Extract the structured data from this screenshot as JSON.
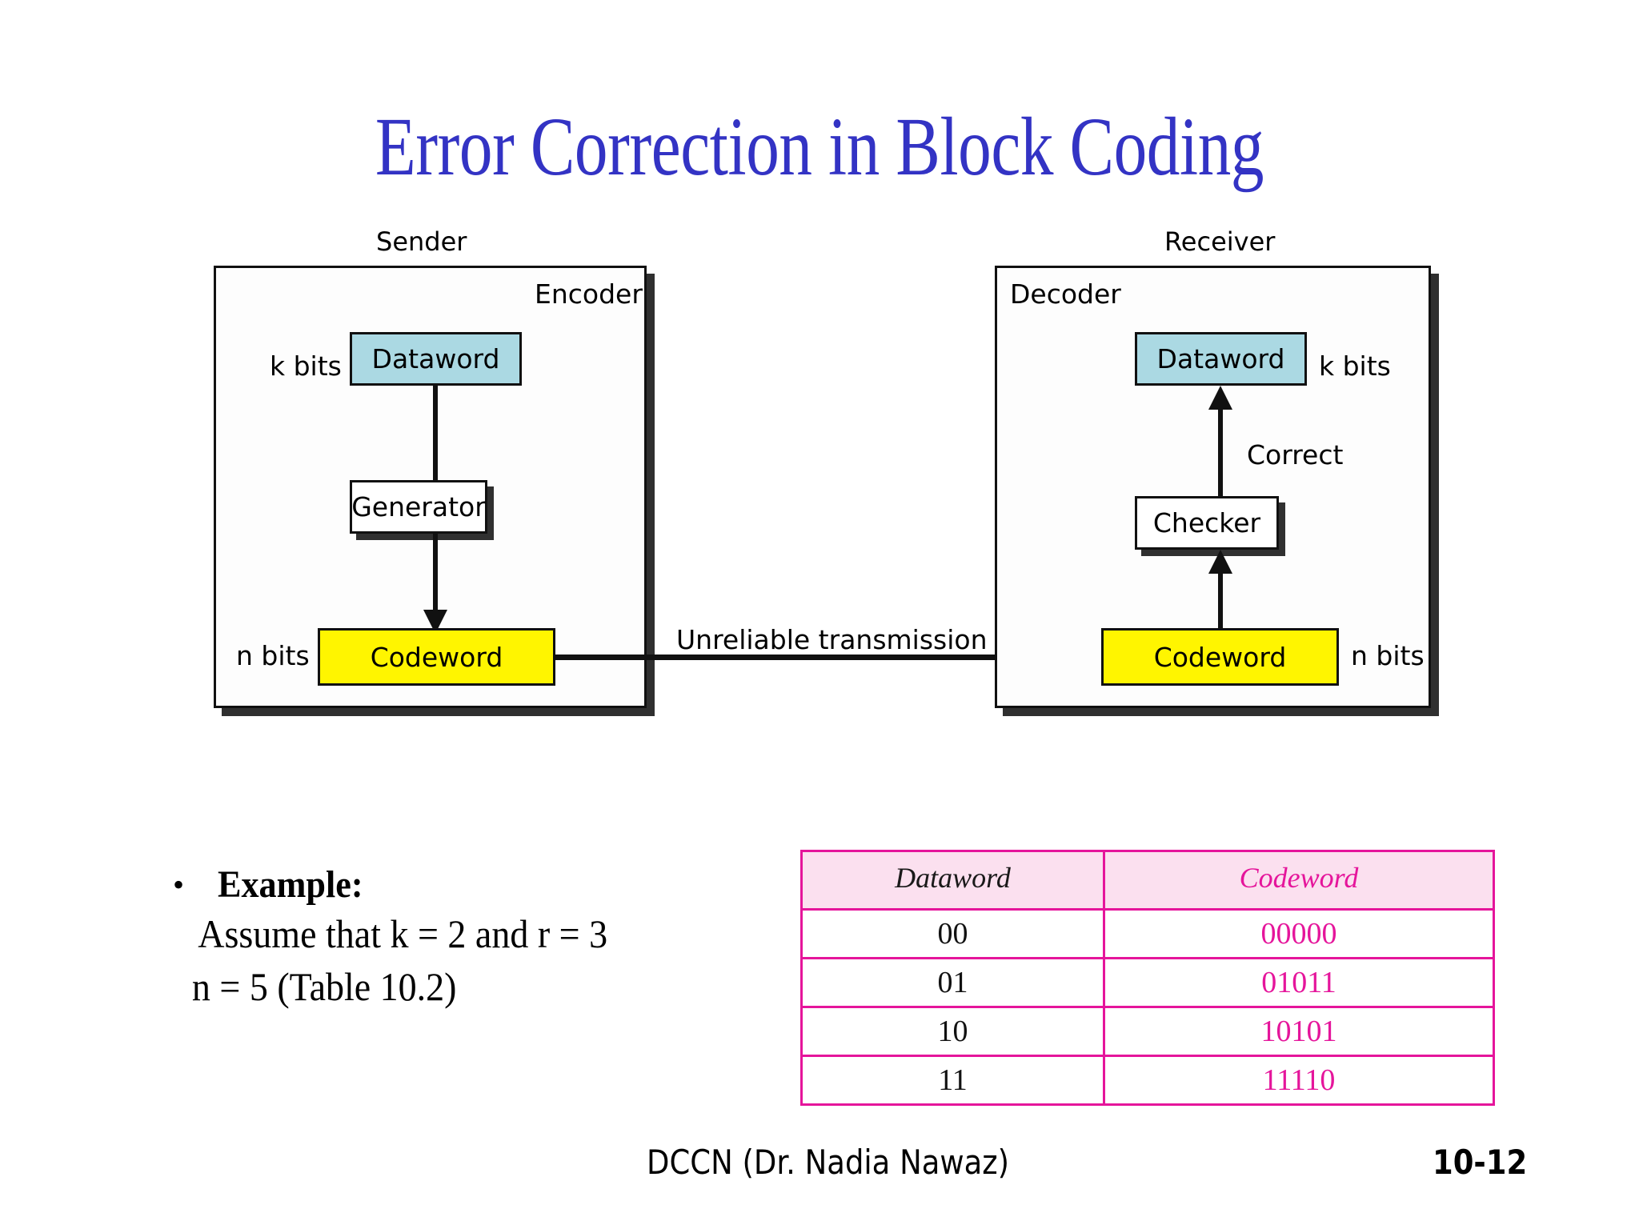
{
  "slide": {
    "title": "Error Correction in Block Coding"
  },
  "diagram": {
    "sender": {
      "zone_label": "Sender",
      "inner_label": "Encoder",
      "dataword_label": "Dataword",
      "dataword_bits": "k bits",
      "generator_label": "Generator",
      "codeword_label": "Codeword",
      "codeword_bits": "n bits"
    },
    "receiver": {
      "zone_label": "Receiver",
      "inner_label": "Decoder",
      "dataword_label": "Dataword",
      "dataword_bits": "k bits",
      "correct_label": "Correct",
      "checker_label": "Checker",
      "codeword_label": "Codeword",
      "codeword_bits": "n bits"
    },
    "link_label": "Unreliable transmission",
    "colors": {
      "dataword_fill": "#ABD9E3",
      "codeword_fill": "#FFF500",
      "outline": "#111111",
      "shadow": "#303030"
    }
  },
  "example": {
    "bullet": "•",
    "heading": "Example:",
    "line1": "Assume that k = 2 and r = 3",
    "line2": "n = 5 (Table 10.2)"
  },
  "table": {
    "headers": [
      "Dataword",
      "Codeword"
    ],
    "rows": [
      {
        "dataword": "00",
        "codeword": "00000"
      },
      {
        "dataword": "01",
        "codeword": "01011"
      },
      {
        "dataword": "10",
        "codeword": "10101"
      },
      {
        "dataword": "11",
        "codeword": "11110"
      }
    ],
    "colors": {
      "border": "#E5159B",
      "header_fill": "#FBE0EF",
      "codeword_text": "#E5159B",
      "dataword_text": "#111111"
    }
  },
  "footer": {
    "credit": "DCCN (Dr. Nadia Nawaz)",
    "page": "10-12"
  }
}
